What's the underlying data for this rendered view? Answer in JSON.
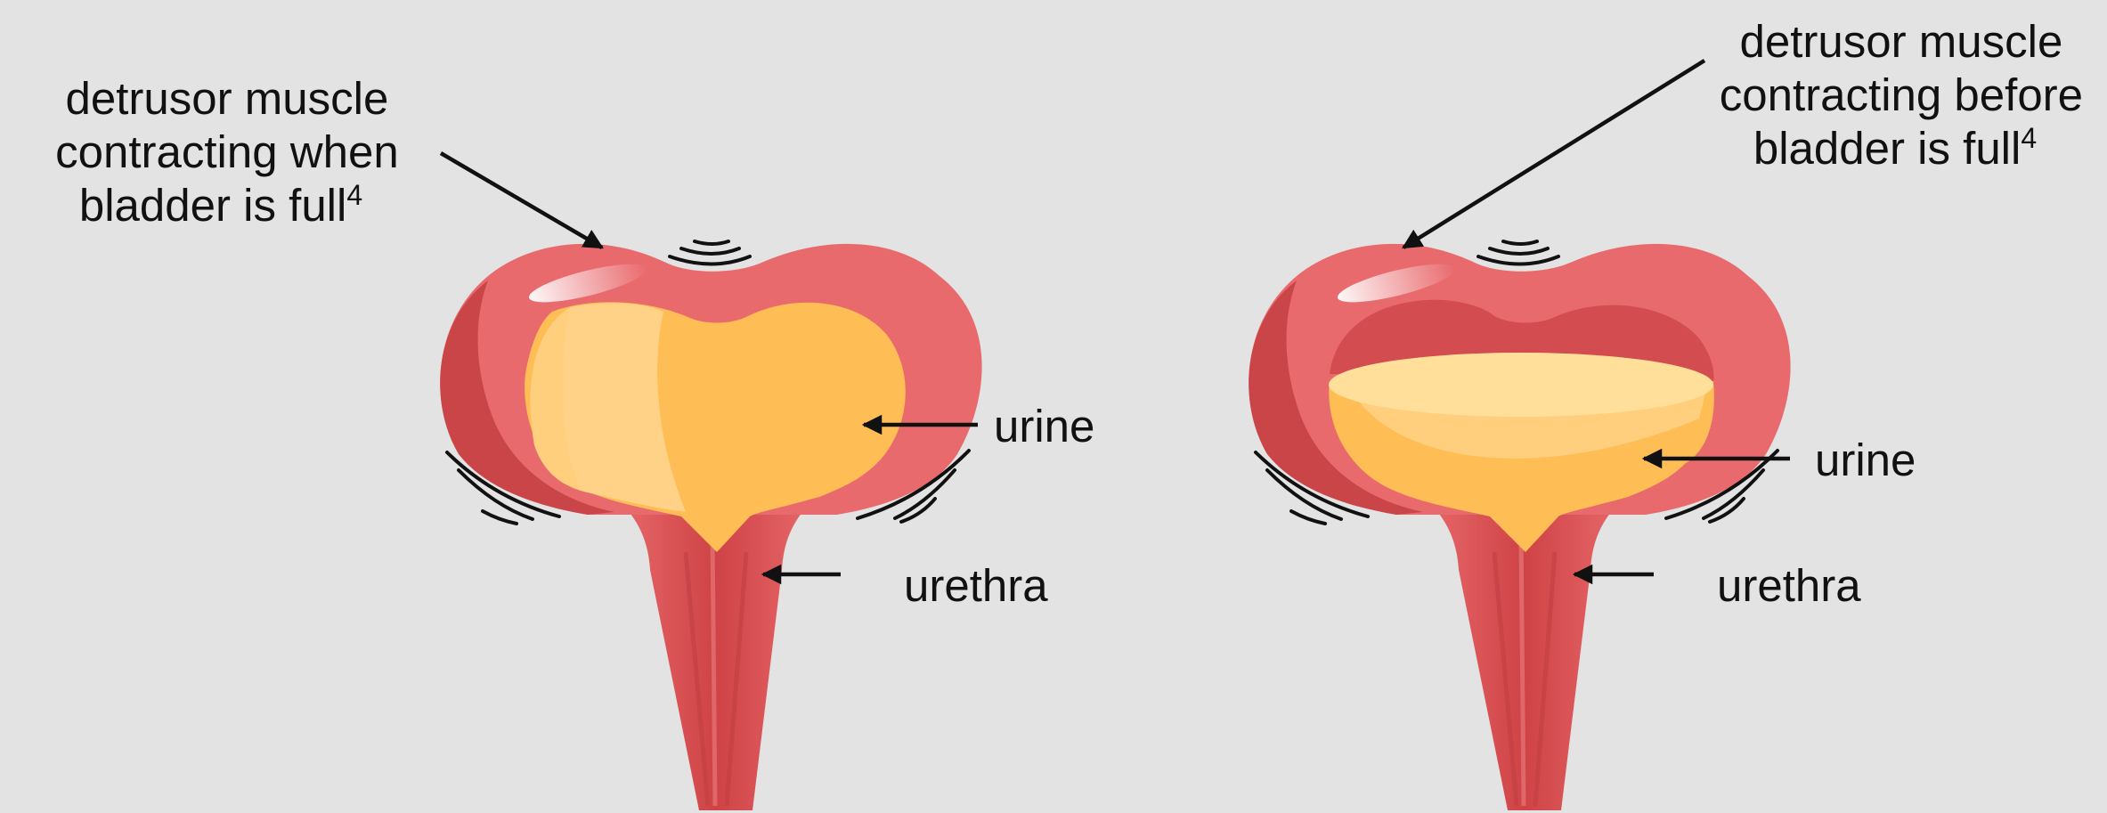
{
  "left_panel": {
    "detrusor_label": {
      "line1": "detrusor muscle",
      "line2": "contracting when",
      "line3": "bladder is full",
      "superscript": "4"
    },
    "urine_label": "urine",
    "urethra_label": "urethra"
  },
  "right_panel": {
    "detrusor_label": {
      "line1": "detrusor muscle",
      "line2": "contracting before",
      "line3": "bladder is full",
      "superscript": "4"
    },
    "urine_label": "urine",
    "urethra_label": "urethra"
  },
  "colors": {
    "background": "#e3e3e3",
    "bladder_wall": "#e96a6d",
    "bladder_wall_dark": "#c94548",
    "urethra": "#d9575a",
    "urine": "#ffbe55",
    "urine_light": "#ffd080",
    "urine_surface": "#ffdf9a",
    "text": "#111111"
  }
}
